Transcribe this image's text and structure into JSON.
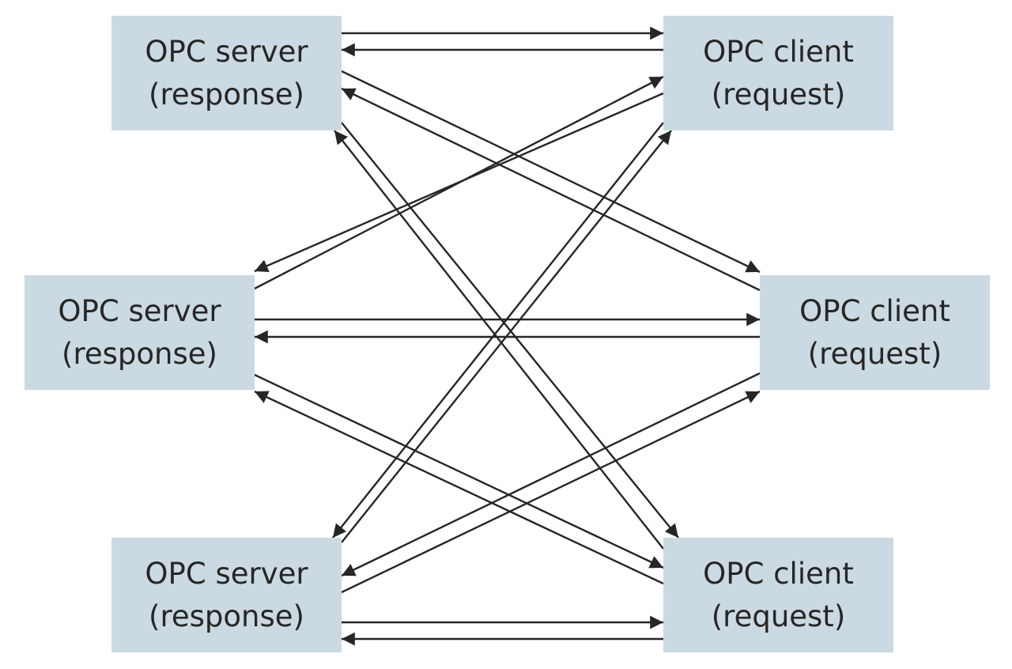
{
  "diagram": {
    "nodes": [
      {
        "id": "s1",
        "line1": "OPC server",
        "line2": "(response)"
      },
      {
        "id": "c1",
        "line1": "OPC client",
        "line2": "(request)"
      },
      {
        "id": "s2",
        "line1": "OPC server",
        "line2": "(response)"
      },
      {
        "id": "c2",
        "line1": "OPC client",
        "line2": "(request)"
      },
      {
        "id": "s3",
        "line1": "OPC server",
        "line2": "(response)"
      },
      {
        "id": "c3",
        "line1": "OPC client",
        "line2": "(request)"
      }
    ],
    "edges": [
      {
        "from": "s1",
        "to": "c1"
      },
      {
        "from": "c1",
        "to": "s1"
      },
      {
        "from": "s1",
        "to": "c2"
      },
      {
        "from": "c2",
        "to": "s1"
      },
      {
        "from": "s1",
        "to": "c3"
      },
      {
        "from": "c3",
        "to": "s1"
      },
      {
        "from": "s2",
        "to": "c1"
      },
      {
        "from": "c1",
        "to": "s2"
      },
      {
        "from": "s2",
        "to": "c2"
      },
      {
        "from": "c2",
        "to": "s2"
      },
      {
        "from": "s2",
        "to": "c3"
      },
      {
        "from": "c3",
        "to": "s2"
      },
      {
        "from": "s3",
        "to": "c1"
      },
      {
        "from": "c1",
        "to": "s3"
      },
      {
        "from": "s3",
        "to": "c2"
      },
      {
        "from": "c2",
        "to": "s3"
      },
      {
        "from": "s3",
        "to": "c3"
      },
      {
        "from": "c3",
        "to": "s3"
      }
    ],
    "colors": {
      "box_fill": "#cbd9e2",
      "line": "#262626",
      "text": "#262626"
    }
  }
}
